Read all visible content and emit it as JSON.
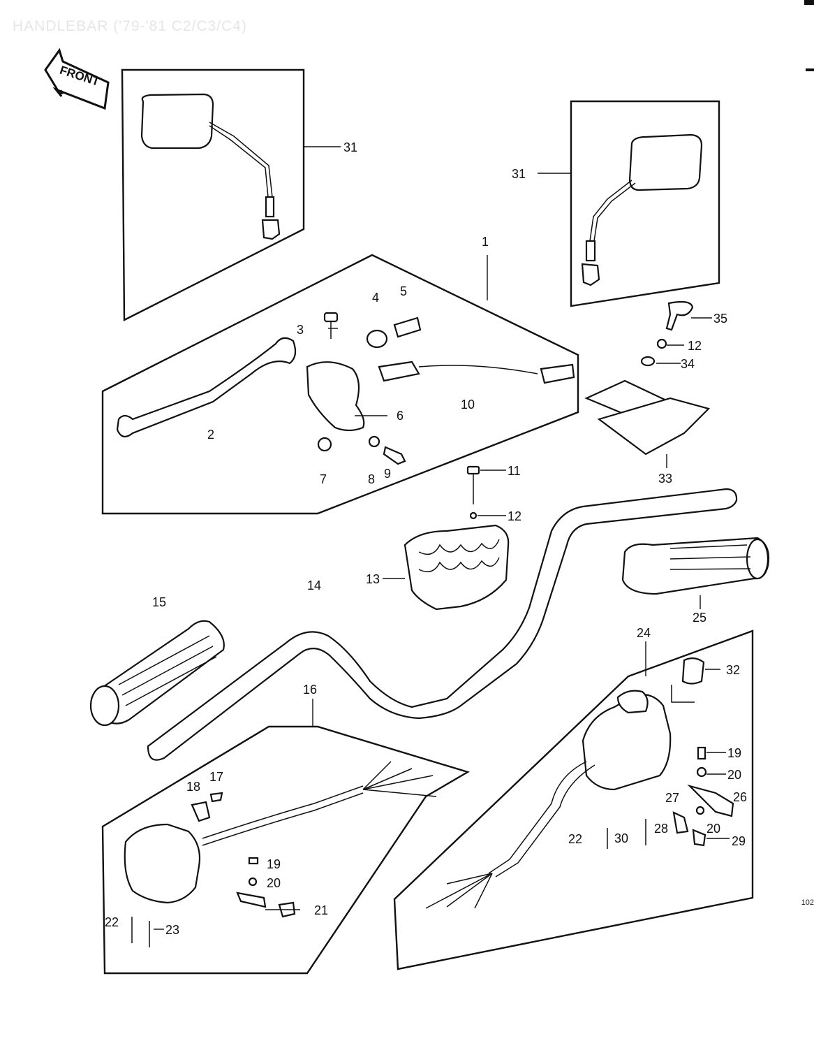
{
  "title": "HANDLEBAR ('79-'81 C2/C3/C4)",
  "front_label": "FRONT",
  "page_mark": "102",
  "callouts": {
    "c1": "1",
    "c2": "2",
    "c3": "3",
    "c4": "4",
    "c5": "5",
    "c6": "6",
    "c7": "7",
    "c8": "8",
    "c9": "9",
    "c10": "10",
    "c11": "11",
    "c12a": "12",
    "c12b": "12",
    "c13": "13",
    "c14": "14",
    "c15": "15",
    "c16": "16",
    "c17": "17",
    "c18": "18",
    "c19a": "19",
    "c20a": "20",
    "c21": "21",
    "c22a": "22",
    "c23": "23",
    "c24": "24",
    "c25": "25",
    "c19b": "19",
    "c20b": "20",
    "c20c": "20",
    "c22b": "22",
    "c26": "26",
    "c27": "27",
    "c28": "28",
    "c29": "29",
    "c30": "30",
    "c31a": "31",
    "c31b": "31",
    "c32": "32",
    "c33": "33",
    "c34": "34",
    "c35": "35"
  }
}
